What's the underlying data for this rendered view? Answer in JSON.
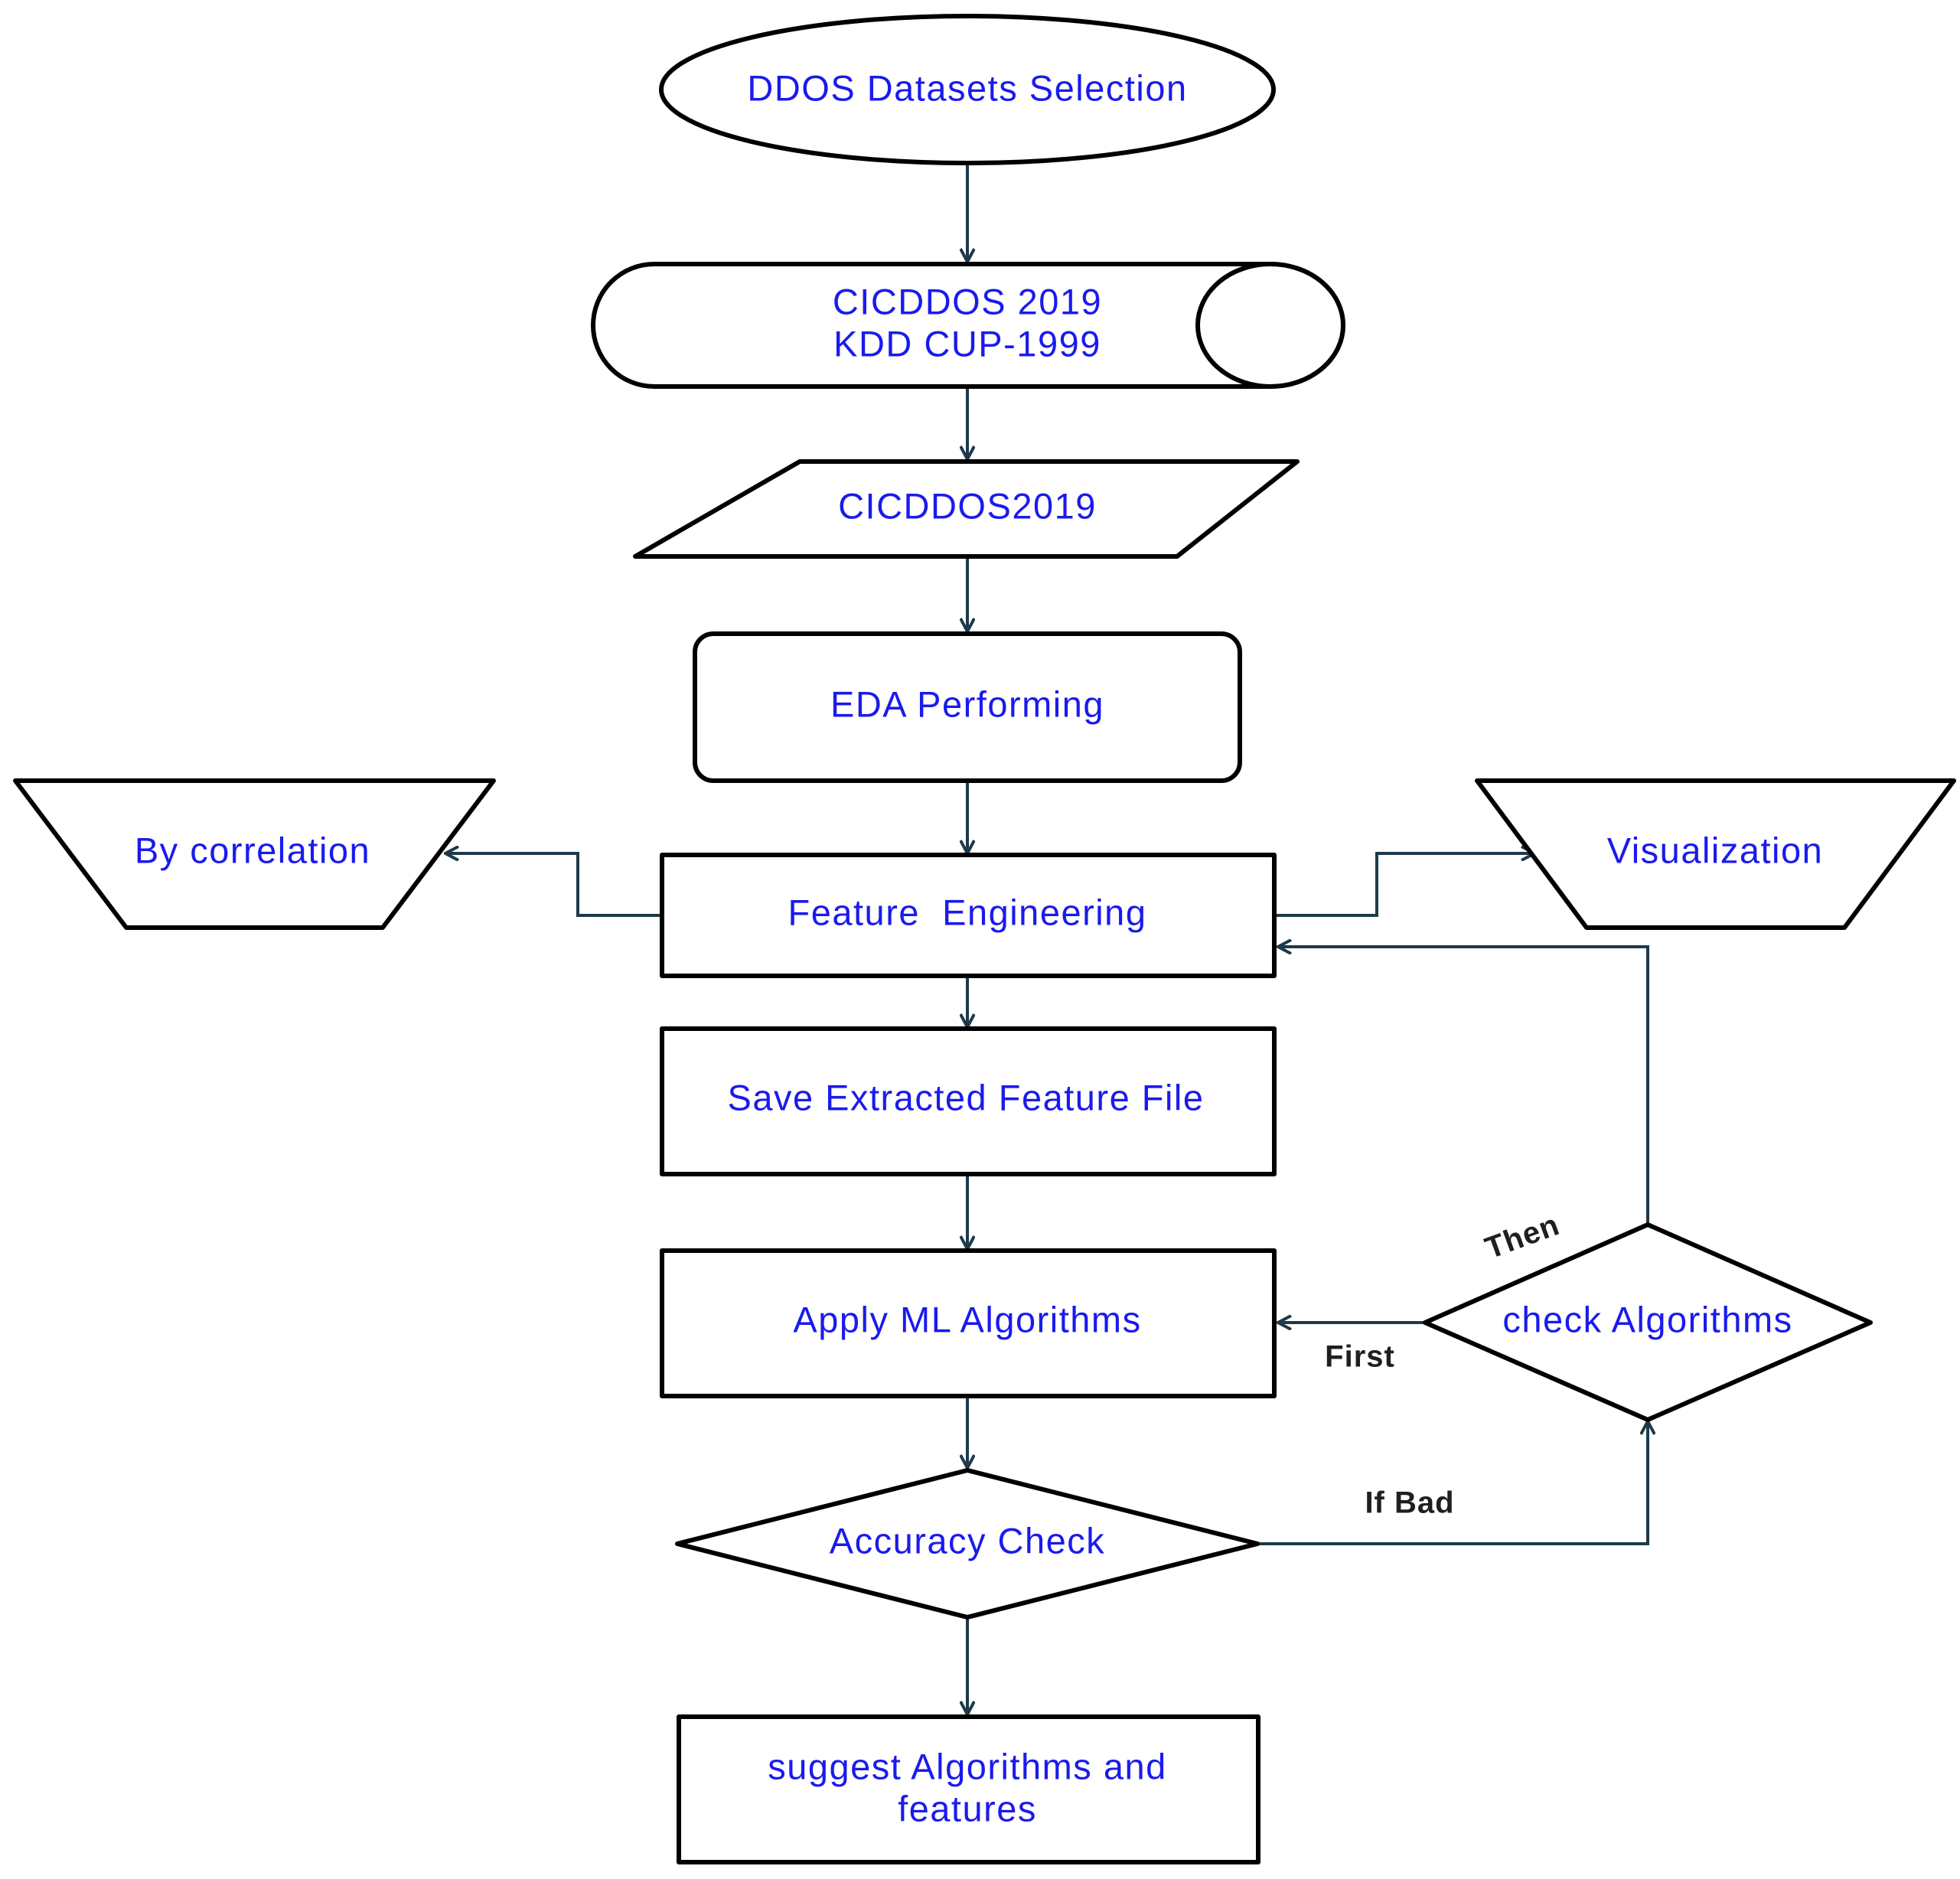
{
  "colors": {
    "label_text": "#1a1aee",
    "edge_label_text": "#1f1f1f",
    "shape_stroke": "#000000",
    "connector_stroke": "#1e3a4a",
    "background": "#ffffff"
  },
  "nodes": {
    "datasets_selection": {
      "label": "DDOS Datasets Selection",
      "shape": "ellipse"
    },
    "datasets_storage": {
      "lines": [
        "CICDDOS 2019",
        "KDD CUP-1999"
      ],
      "shape": "cylinder"
    },
    "selected_dataset": {
      "label": "CICDDOS2019",
      "shape": "parallelogram"
    },
    "eda": {
      "label": "EDA Performing",
      "shape": "rounded-rectangle"
    },
    "by_correlation": {
      "label": "By correlation",
      "shape": "trapezoid"
    },
    "feature_engineering": {
      "label": "Feature  Engineering",
      "shape": "rectangle"
    },
    "visualization": {
      "label": "Visualization",
      "shape": "trapezoid"
    },
    "save_features": {
      "label": "Save Extracted Feature File",
      "shape": "rectangle"
    },
    "apply_ml": {
      "label": "Apply ML Algorithms",
      "shape": "rectangle"
    },
    "check_algorithms": {
      "label": "check Algorithms",
      "shape": "diamond"
    },
    "accuracy_check": {
      "label": "Accuracy Check",
      "shape": "diamond"
    },
    "suggest": {
      "lines": [
        "suggest Algorithms and",
        "features"
      ],
      "shape": "rectangle"
    }
  },
  "edges": [
    {
      "from": "datasets_selection",
      "to": "datasets_storage",
      "label": ""
    },
    {
      "from": "datasets_storage",
      "to": "selected_dataset",
      "label": ""
    },
    {
      "from": "selected_dataset",
      "to": "eda",
      "label": ""
    },
    {
      "from": "eda",
      "to": "feature_engineering",
      "label": ""
    },
    {
      "from": "feature_engineering",
      "to": "by_correlation",
      "label": ""
    },
    {
      "from": "feature_engineering",
      "to": "visualization",
      "label": ""
    },
    {
      "from": "feature_engineering",
      "to": "save_features",
      "label": ""
    },
    {
      "from": "save_features",
      "to": "apply_ml",
      "label": ""
    },
    {
      "from": "apply_ml",
      "to": "accuracy_check",
      "label": ""
    },
    {
      "from": "accuracy_check",
      "to": "check_algorithms",
      "label": "If Bad"
    },
    {
      "from": "check_algorithms",
      "to": "apply_ml",
      "label": "First"
    },
    {
      "from": "check_algorithms",
      "to": "feature_engineering",
      "label": "Then"
    },
    {
      "from": "accuracy_check",
      "to": "suggest",
      "label": ""
    }
  ],
  "edge_labels": {
    "if_bad": "If Bad",
    "first": "First",
    "then": "Then"
  }
}
